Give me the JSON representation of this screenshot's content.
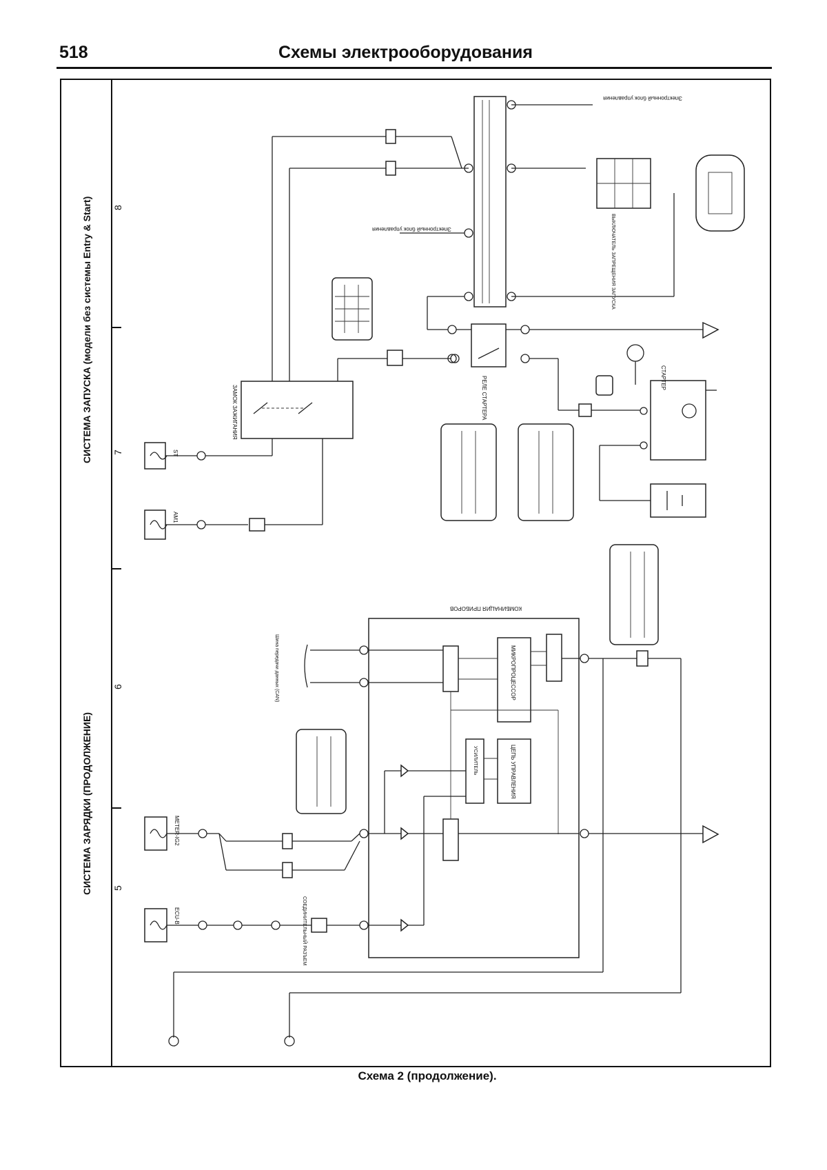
{
  "header": {
    "page_number": "518",
    "running_title": "Схемы электрооборудования"
  },
  "sections": {
    "starting_system": "СИСТЕМА ЗАПУСКА (модели без системы Entry & Start)",
    "charging_system": "СИСТЕМА ЗАРЯДКИ (ПРОДОЛЖЕНИЕ)"
  },
  "grid_numbers": [
    "5",
    "6",
    "7",
    "8"
  ],
  "components": {
    "ignition_switch": "ЗАМОК ЗАЖИГАНИЯ",
    "starter_relay": "РЕЛЕ СТАРТЕРА",
    "starter": "СТАРТЕР",
    "clutch_switch": "ВЫКЛЮЧАТЕЛЬ ЗАПРЕЩЕНИЯ ЗАПУСКА",
    "combination_meter": "КОМБИНАЦИЯ ПРИБОРОВ",
    "microprocessor": "МИКРОПРОЦЕССОР",
    "control_circuit": "ЦЕПЬ УПРАВЛЕНИЯ",
    "amplifier": "УСИЛИТЕЛЬ",
    "can_bus": "Шина передачи данных (CAN)",
    "diag_connector": "СОЕДИНИТЕЛЬНЫЙ РАЗЪЕМ",
    "ecu_note_1": "Электронный блок управления",
    "ecu_note_2": "Электронный блок управления"
  },
  "fuses": {
    "st": "ST",
    "am1": "AM1",
    "meter": "METER-IG2",
    "ecu_b": "ECU-B"
  },
  "caption": "Схема 2 (продолжение)."
}
